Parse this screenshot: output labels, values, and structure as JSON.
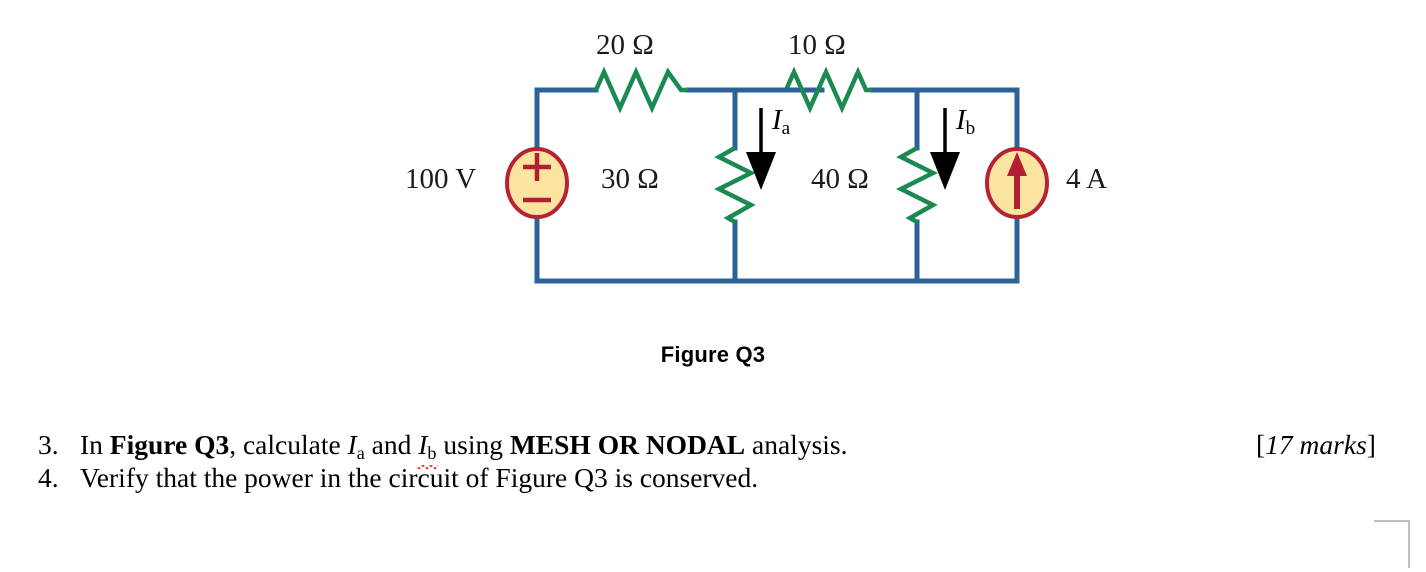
{
  "figure": {
    "caption": "Figure Q3",
    "components": {
      "source_voltage": {
        "label": "100 V",
        "type": "voltage-source",
        "polarity_top": "+",
        "polarity_bottom": "−"
      },
      "source_current": {
        "label": "4 A",
        "type": "current-source",
        "direction": "up"
      },
      "resistor_top_left": {
        "label": "20 Ω",
        "value": 20,
        "unit": "Ω",
        "orientation": "horizontal"
      },
      "resistor_top_right": {
        "label": "10 Ω",
        "value": 10,
        "unit": "Ω",
        "orientation": "horizontal"
      },
      "resistor_mid_left": {
        "label": "30 Ω",
        "value": 30,
        "unit": "Ω",
        "orientation": "vertical"
      },
      "resistor_mid_right": {
        "label": "40 Ω",
        "value": 40,
        "unit": "Ω",
        "orientation": "vertical"
      }
    },
    "currents": [
      {
        "symbol": "I",
        "subscript": "a",
        "direction": "down",
        "branch": "30 Ω"
      },
      {
        "symbol": "I",
        "subscript": "b",
        "direction": "down",
        "branch": "40 Ω"
      }
    ],
    "colors": {
      "wire": "#2b6298",
      "resistor": "#1b8a52",
      "source_outline": "#b82235",
      "source_fill": "#fbe4a0",
      "source_symbol": "#b02030",
      "arrow": "#000000"
    }
  },
  "questions": [
    {
      "number": "3.",
      "segments": [
        {
          "text": "In ",
          "style": "normal"
        },
        {
          "text": "Figure Q3",
          "style": "bold"
        },
        {
          "text": ", calculate ",
          "style": "normal"
        },
        {
          "text": "I",
          "style": "italic-var",
          "sub": "a"
        },
        {
          "text": " and ",
          "style": "normal"
        },
        {
          "text": "I",
          "style": "italic-var-misspelled",
          "sub": "b"
        },
        {
          "text": " using ",
          "style": "normal"
        },
        {
          "text": "MESH OR NODAL",
          "style": "bold"
        },
        {
          "text": " analysis.",
          "style": "normal"
        }
      ],
      "plain": "In Figure Q3, calculate Ia and Ib using MESH OR NODAL analysis.",
      "marks": "[17 marks]",
      "marks_open": "[",
      "marks_text": "17 marks",
      "marks_close": "]"
    },
    {
      "number": "4.",
      "segments": [
        {
          "text": "Verify that the power in the circuit of Figure Q3 is conserved.",
          "style": "normal"
        }
      ],
      "plain": "Verify that the power in the circuit of Figure Q3 is conserved.",
      "marks": ""
    }
  ]
}
